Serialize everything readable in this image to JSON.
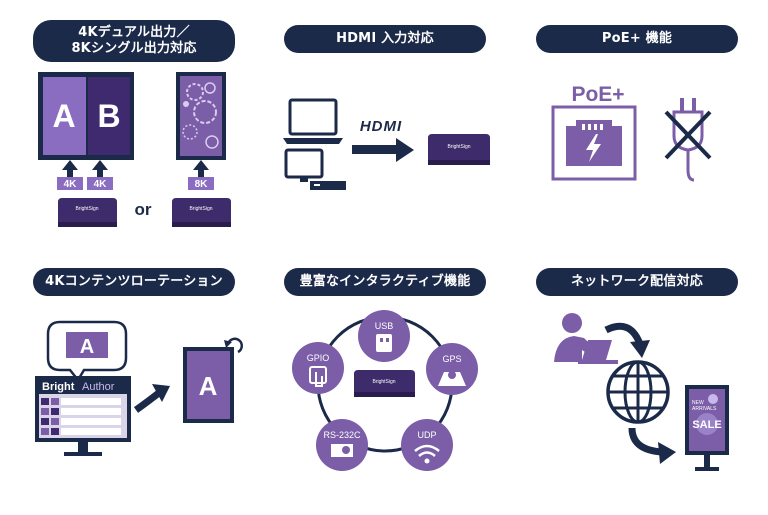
{
  "features": [
    {
      "title_line1": "4Kデュアル出力／",
      "title_line2": "8Kシングル出力対応"
    },
    {
      "title": "HDMI 入力対応"
    },
    {
      "title": "PoE+ 機能"
    },
    {
      "title": "4Kコンテンツローテーション"
    },
    {
      "title": "豊富なインタラクティブ機能"
    },
    {
      "title": "ネットワーク配信対応"
    }
  ],
  "dual": {
    "screen_a": "A",
    "screen_b": "B",
    "tag_a": "4K",
    "tag_b": "4K",
    "or_text": "or",
    "tag_single": "8K",
    "device_brand": "BrightSign"
  },
  "hdmi": {
    "logo": "HDMI",
    "device_brand": "BrightSign"
  },
  "poe": {
    "label": "PoE+"
  },
  "rotation": {
    "bubble_letter": "A",
    "app_name_bold": "Bright",
    "app_name_light": "Author",
    "screen_letter": "A"
  },
  "interactive": {
    "center_brand": "BrightSign",
    "nodes": [
      "USB",
      "GPS",
      "UDP",
      "RS-232C",
      "GPIO"
    ]
  },
  "network": {
    "sign_line1": "NEW",
    "sign_line2": "ARRIVALS",
    "sign_sale": "SALE"
  },
  "colors": {
    "navy": "#1c2a4a",
    "purple": "#7b5ea7",
    "dark_purple": "#3f2a70",
    "device": "#3d2b6b"
  }
}
